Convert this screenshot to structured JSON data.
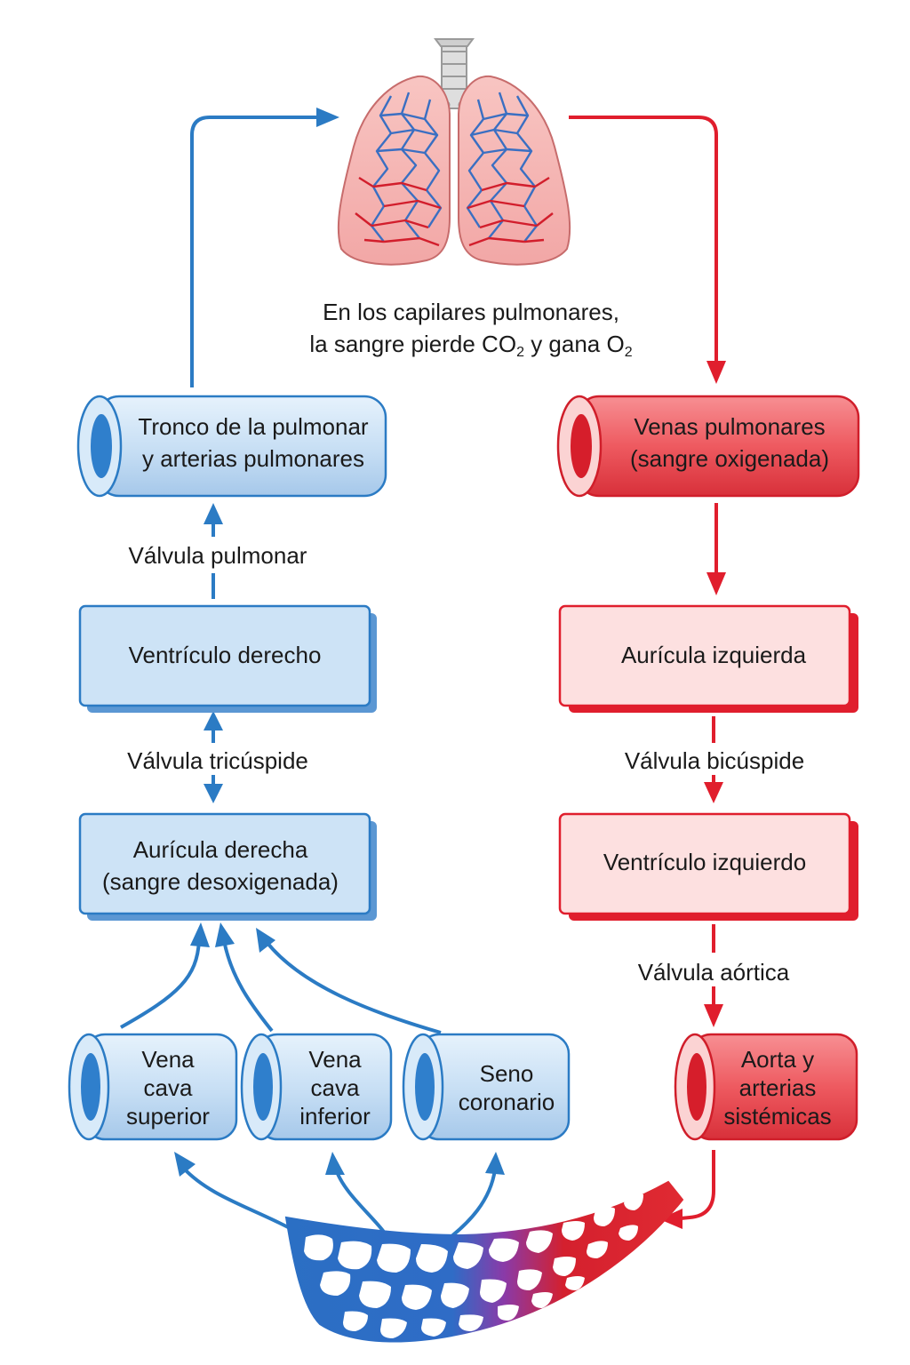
{
  "lungs_caption": {
    "line1": "En los capilares pulmonares,",
    "line2_pre": "la sangre pierde CO",
    "line2_sub1": "2",
    "line2_mid": " y gana O",
    "line2_sub2": "2"
  },
  "left": {
    "pulmonary_trunk": [
      "Tronco de la pulmonar",
      "y arterias pulmonares"
    ],
    "pulmonary_valve": "Válvula pulmonar",
    "right_ventricle": "Ventrículo derecho",
    "tricuspid_valve": "Válvula tricúspide",
    "right_atrium": [
      "Aurícula derecha",
      "(sangre desoxigenada)"
    ],
    "superior_vena_cava": [
      "Vena",
      "cava",
      "superior"
    ],
    "inferior_vena_cava": [
      "Vena",
      "cava",
      "inferior"
    ],
    "coronary_sinus": [
      "Seno",
      "coronario"
    ]
  },
  "right": {
    "pulmonary_veins": [
      "Venas pulmonares",
      "(sangre oxigenada)"
    ],
    "left_atrium": "Aurícula izquierda",
    "bicuspid_valve": "Válvula bicúspide",
    "left_ventricle": "Ventrículo izquierdo",
    "aortic_valve": "Válvula aórtica",
    "aorta": [
      "Aorta y",
      "arterias",
      "sistémicas"
    ]
  },
  "colors": {
    "blue": "#2b7bc4",
    "blue_fill": "#cfe5f7",
    "blue_dark": "#2467a6",
    "red": "#e01e2d",
    "red_fill": "#fde0e0",
    "red_dark": "#b8101e"
  }
}
